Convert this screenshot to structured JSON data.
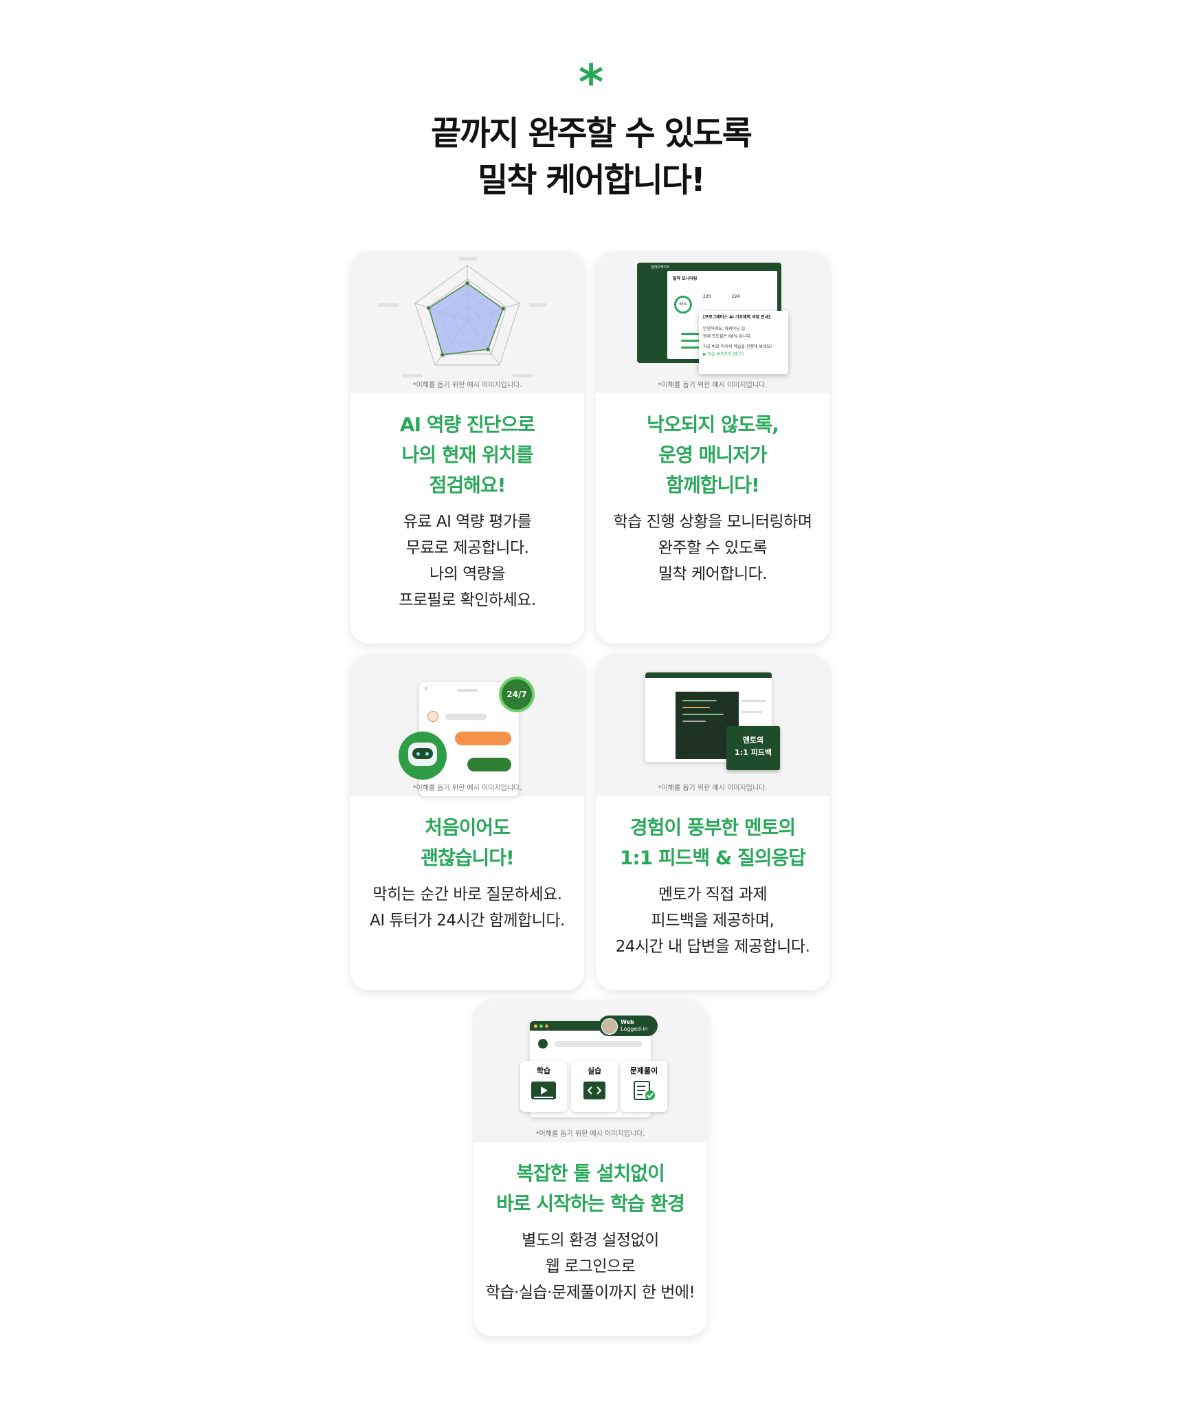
{
  "header": {
    "asterisk": "*",
    "title_line1": "끝까지 완주할 수 있도록",
    "title_line2": "밀착 케어합니다!"
  },
  "example_caption": "*이해를 돕기 위한 예시 이미지입니다.",
  "cards": [
    {
      "title": [
        "AI 역량 진단으로",
        "나의 현재 위치를",
        "점검해요!"
      ],
      "desc": [
        "유료 AI 역량 평가를",
        "무료로 제공합니다.",
        "나의 역량을",
        "프로필로 확인하세요."
      ]
    },
    {
      "title": [
        "낙오되지 않도록,",
        "운영 매니저가",
        "함께합니다!"
      ],
      "desc": [
        "학습 진행 상황을 모니터링하며",
        "완주할 수 있도록",
        "밀착 케어합니다."
      ],
      "mock": {
        "window_title": "현대오케이티",
        "panel_title": "밀착 모니터링",
        "progress": "65%",
        "stat1": "220",
        "stat2": "224",
        "popup_title": "[프로그래머스 AI 기초체력 과정 안내]",
        "popup_line1": "안녕하세요, 파쿼이님 😊",
        "popup_line2": "현재 진도율은 66% 입니다.",
        "popup_line3": "지금 바로 이어서 학습을 진행해 보세요!",
        "popup_link": "▶ 학습 바로가기 (링크)"
      }
    },
    {
      "title": [
        "처음이어도",
        "괜찮습니다!"
      ],
      "desc": [
        "막히는 순간 바로 질문하세요.",
        "AI 튜터가 24시간 함께합니다."
      ],
      "badge": "24/7",
      "colors": {
        "orange": "#f5924a",
        "green": "#2e7d32"
      }
    },
    {
      "title": [
        "경험이 풍부한 멘토의",
        "1:1 피드백 & 질의응답"
      ],
      "desc": [
        "멘토가 직접 과제",
        "피드백을 제공하며,",
        "24시간 내 답변을 제공합니다."
      ],
      "mentor_label": [
        "멘토의",
        "1:1 피드백"
      ]
    },
    {
      "title": [
        "복잡한 툴 설치없이",
        "바로 시작하는 학습 환경"
      ],
      "desc": [
        "별도의 환경 설정없이",
        "웹 로그인으로",
        "학습·실습·문제풀이까지 한 번에!"
      ],
      "login_badge": [
        "Web",
        "Logged-in"
      ],
      "features": [
        "학습",
        "실습",
        "문제풀이"
      ]
    }
  ],
  "colors": {
    "accent": "#2aa85a",
    "dark_green": "#1f4d2b",
    "text": "#111111"
  }
}
